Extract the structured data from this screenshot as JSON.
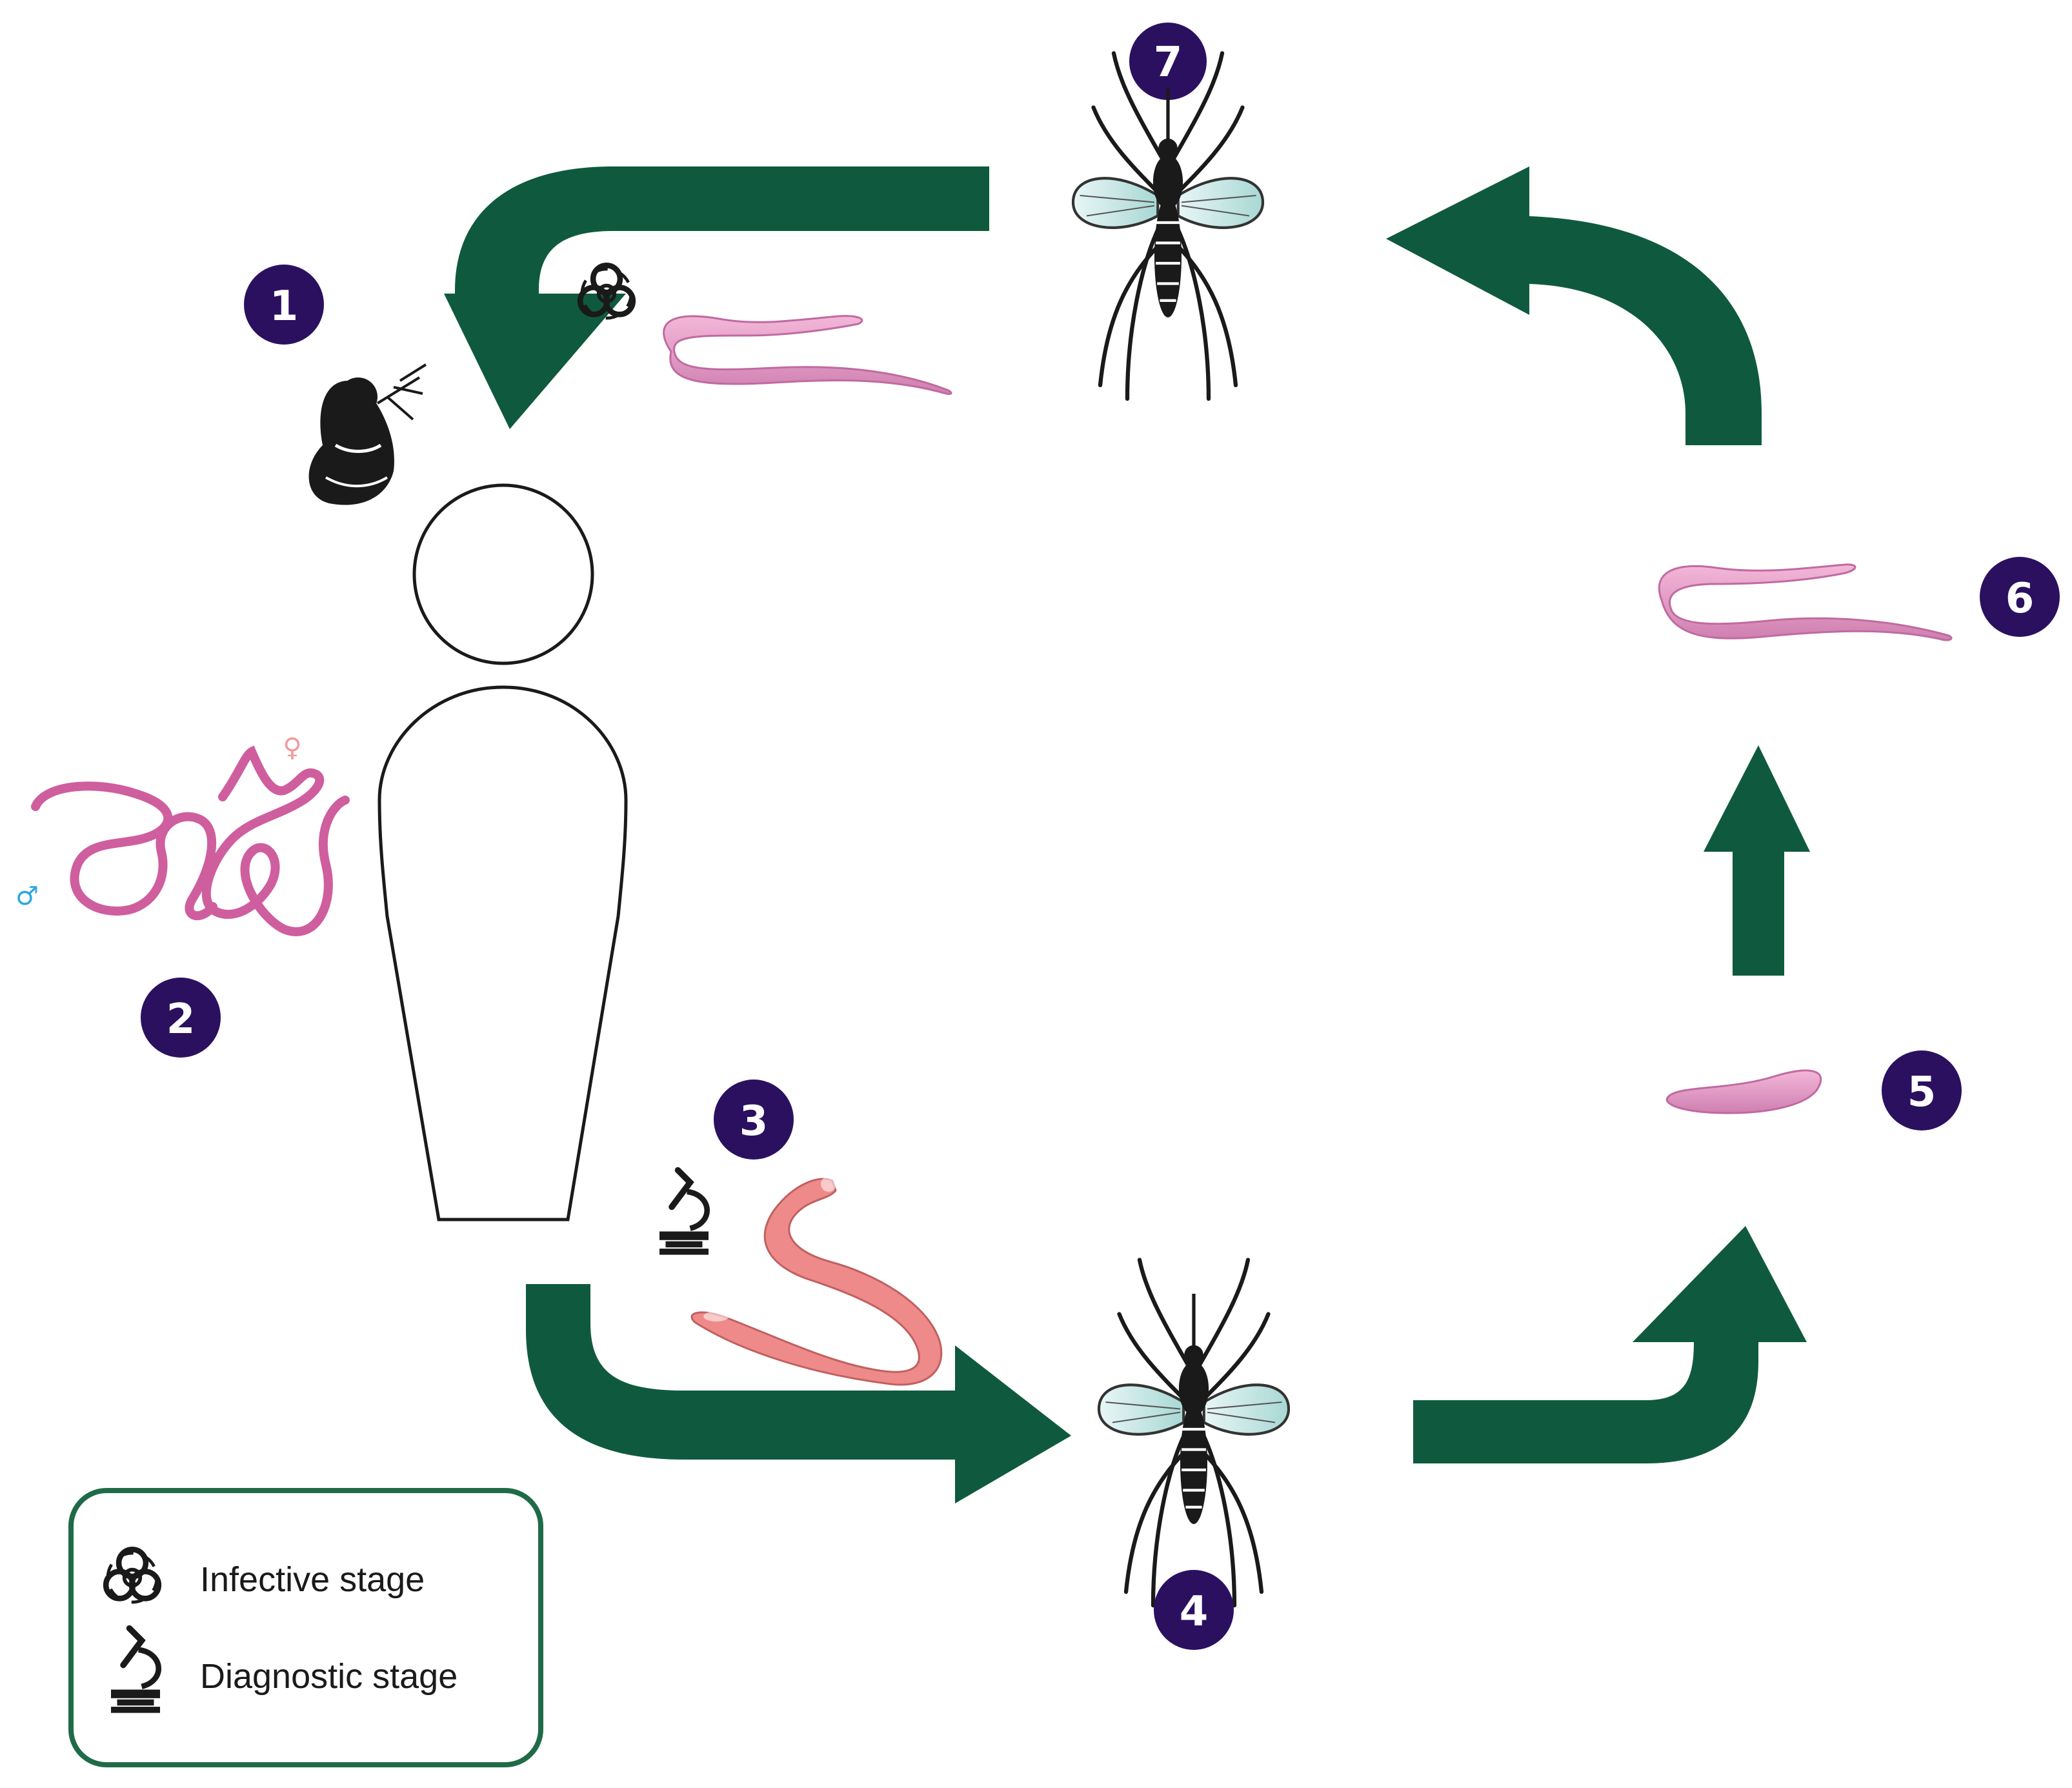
{
  "steps": [
    {
      "number": "1"
    },
    {
      "number": "2"
    },
    {
      "number": "3"
    },
    {
      "number": "4"
    },
    {
      "number": "5"
    },
    {
      "number": "6"
    },
    {
      "number": "7"
    }
  ],
  "legend": {
    "infective_label": "Infective stage",
    "diagnostic_label": "Diagnostic stage"
  },
  "symbols": {
    "male": "♂",
    "female": "♀"
  },
  "colors": {
    "arrow": "#0f5a3e",
    "badge": "#2b1060",
    "worm": "#d77fb5",
    "legend_border": "#1f6b47"
  },
  "icons": [
    "biohazard-icon",
    "microscope-icon",
    "mosquito-icon",
    "person-outline",
    "mosquito-bite-icon",
    "microfilaria-worm",
    "adult-worms"
  ]
}
